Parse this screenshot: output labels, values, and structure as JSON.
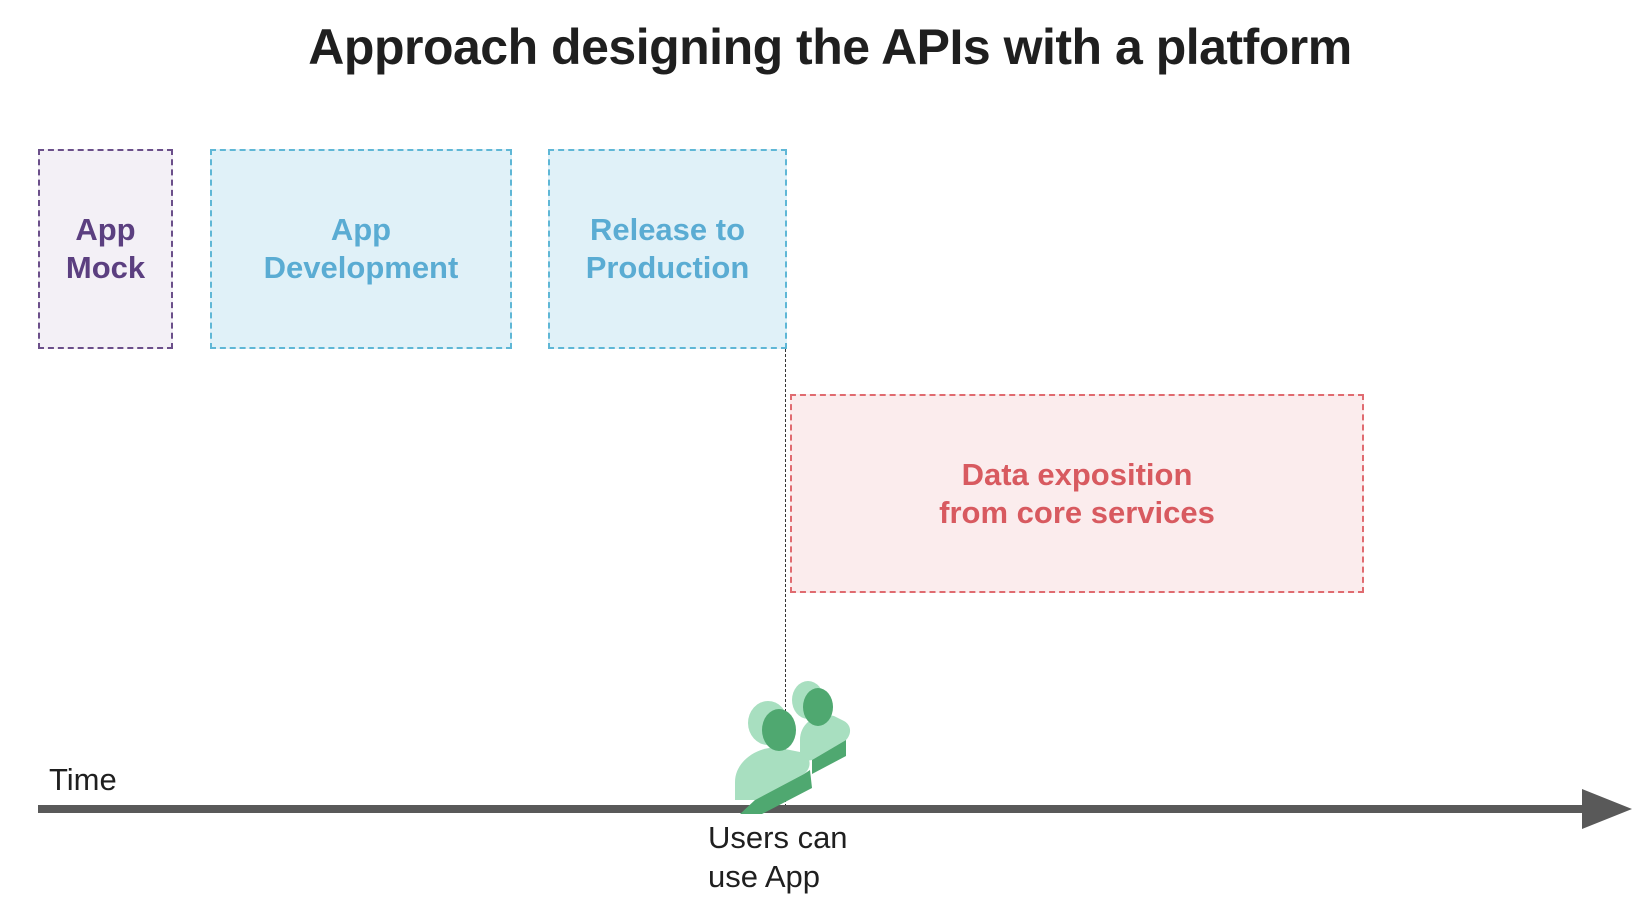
{
  "title": "Approach designing the APIs with a platform",
  "phases": {
    "app_mock": "App\nMock",
    "app_development": "App\nDevelopment",
    "release_to_production": "Release to\nProduction",
    "data_exposition": "Data exposition\nfrom core services"
  },
  "timeline": {
    "axis_label": "Time",
    "milestone_label": "Users can\nuse App",
    "milestone_icon": "users-icon"
  },
  "colors": {
    "mock": "#5b3f80",
    "development": "#5aacd3",
    "data_exposition": "#d85a60",
    "axis": "#595959",
    "users_icon_dark": "#4fa870",
    "users_icon_light": "#a8dfc0"
  }
}
